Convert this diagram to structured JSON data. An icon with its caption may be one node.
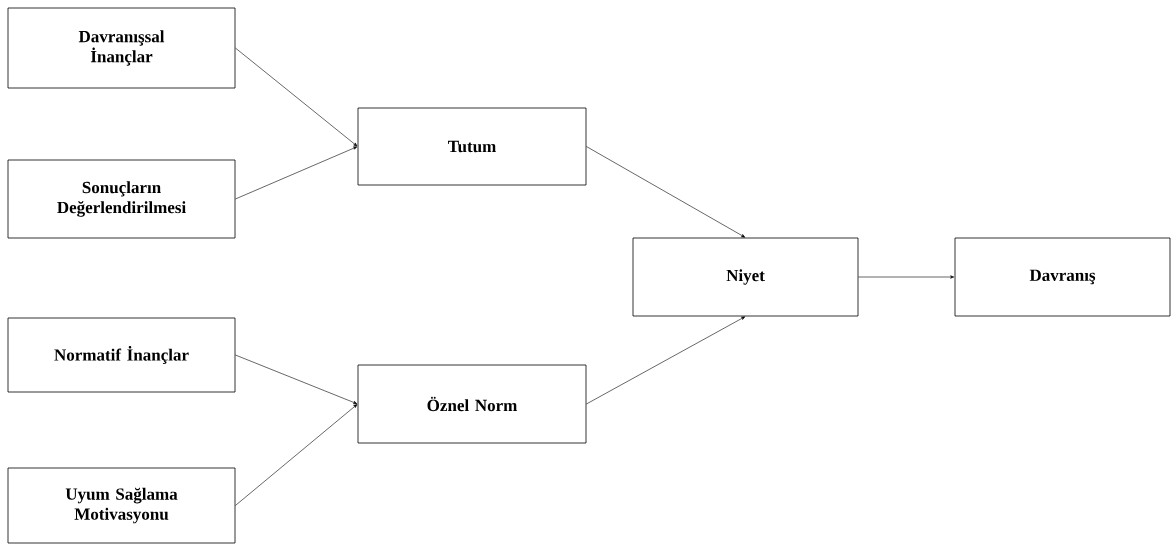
{
  "diagram": {
    "nodes": [
      {
        "text": [
          "Davranışsal İnançlar"
        ]
      },
      {
        "text": [
          "Sonuçların Değerlendirilmesi"
        ]
      },
      {
        "text": [
          "Tutum"
        ]
      },
      {
        "text": [
          "Niyet"
        ]
      },
      {
        "text": [
          "Davranış"
        ]
      },
      {
        "text": [
          "Normatif İnançlar"
        ]
      },
      {
        "text": [
          "Öznel Norm"
        ]
      },
      {
        "text": [
          "Uyum Sağlama Motivasyonu"
        ]
      }
    ],
    "edges": [
      {
        "from": 0,
        "to": 2,
        "arrow": "to"
      },
      {
        "from": 1,
        "to": 2,
        "arrow": "to"
      },
      {
        "from": 5,
        "to": 6,
        "arrow": "to"
      },
      {
        "from": 7,
        "to": 6,
        "arrow": "to"
      },
      {
        "from": 2,
        "to": 3,
        "arrow": "to"
      },
      {
        "from": 6,
        "to": 3,
        "arrow": "to"
      },
      {
        "from": 3,
        "to": 4,
        "arrow": "to"
      }
    ]
  }
}
